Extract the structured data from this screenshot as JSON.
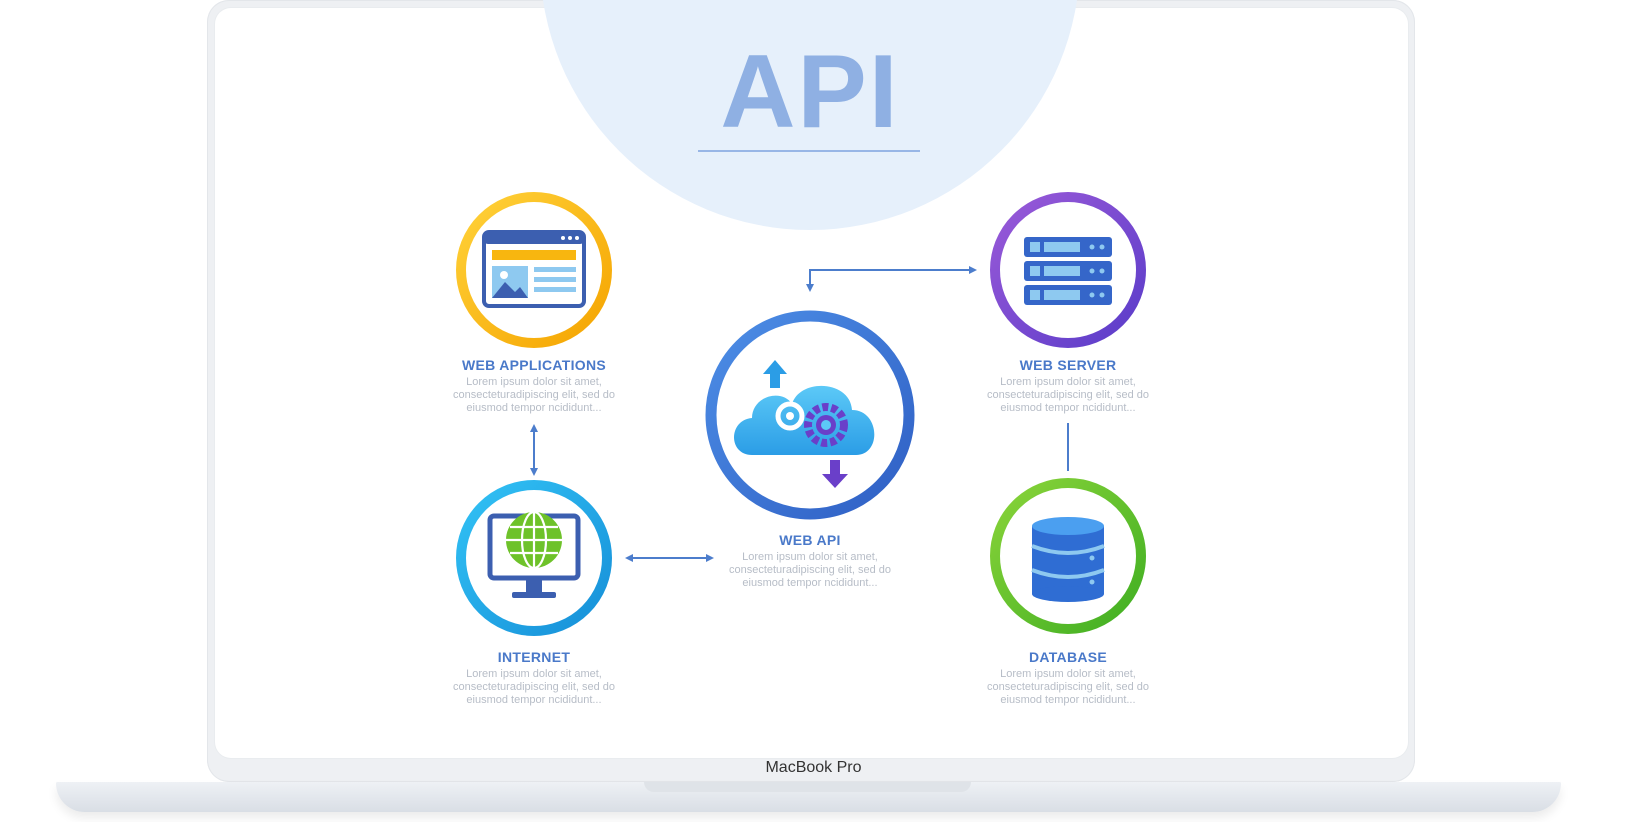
{
  "diagram": {
    "title": "API",
    "nodes": {
      "web_applications": {
        "title": "WEB APPLICATIONS",
        "desc": [
          "Lorem ipsum dolor sit amet,",
          "consecteturadipiscing elit, sed do",
          "eiusmod tempor ncididunt..."
        ],
        "ring_color": "#f7b512",
        "icon": "browser-window-icon"
      },
      "web_server": {
        "title": "WEB SERVER",
        "desc": [
          "Lorem ipsum dolor sit amet,",
          "consecteturadipiscing elit, sed do",
          "eiusmod tempor ncididunt..."
        ],
        "ring_color": "#7a4bd6",
        "icon": "server-rack-icon"
      },
      "web_api": {
        "title": "WEB API",
        "desc": [
          "Lorem ipsum dolor sit amet,",
          "consecteturadipiscing elit, sed do",
          "eiusmod tempor ncididunt..."
        ],
        "ring_color": "#3f79d9",
        "icon": "cloud-gears-icon"
      },
      "internet": {
        "title": "INTERNET",
        "desc": [
          "Lorem ipsum dolor sit amet,",
          "consecteturadipiscing elit, sed do",
          "eiusmod tempor ncididunt..."
        ],
        "ring_color": "#1aa6e6",
        "icon": "globe-monitor-icon"
      },
      "database": {
        "title": "DATABASE",
        "desc": [
          "Lorem ipsum dolor sit amet,",
          "consecteturadipiscing elit, sed do",
          "eiusmod tempor ncididunt..."
        ],
        "ring_color": "#5cc21f",
        "icon": "database-cylinder-icon"
      }
    }
  },
  "device": {
    "label": "MacBook Pro"
  }
}
